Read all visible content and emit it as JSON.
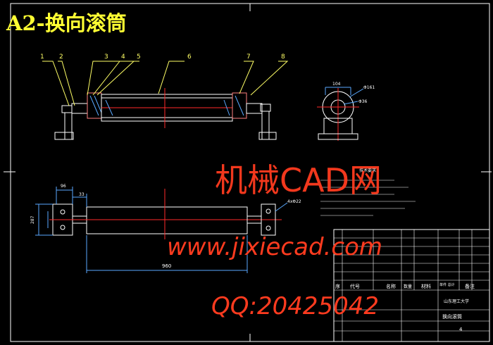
{
  "title": "A2-换向滚筒",
  "colors": {
    "background": "#000000",
    "frame": "#ffffff",
    "title": "#ffff33",
    "leader": "#ffff66",
    "centerline": "#ff2a2a",
    "part": "#ffffff",
    "accent": "#ff8080",
    "hatch": "#5aa9ff",
    "watermark": "#ff3b1f"
  },
  "part_numbers": [
    "1",
    "2",
    "3",
    "4",
    "5",
    "6",
    "7",
    "8"
  ],
  "dimensions": {
    "d_104": "104",
    "d_161": "Φ161",
    "d_36": "Φ36",
    "d_96": "96",
    "d_33": "33",
    "d_287": "287",
    "d_4x22": "4xΦ22",
    "d_960": "960"
  },
  "notes_title": "技术要求",
  "title_block": {
    "seq_header": "序",
    "code_header": "代号",
    "name_header": "名称",
    "qty_header": "数量",
    "material_header": "材料",
    "weight_header": "单件 总计",
    "remarks_header": "备注",
    "school": "山东理工大学",
    "drawing_name": "换向滚筒",
    "sheet": "4"
  },
  "watermark": {
    "line1": "机械CAD网",
    "line2": "www.jixiecad.com",
    "line3": "QQ:20425042"
  }
}
